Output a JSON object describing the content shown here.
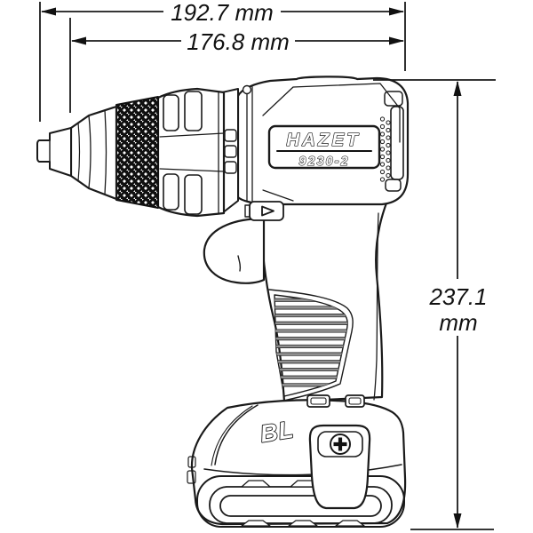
{
  "annotations": {
    "overall_length": "192.7 mm",
    "housing_length": "176.8 mm",
    "height_value": "237.1",
    "height_unit": "mm"
  },
  "product": {
    "brand": "HAZET",
    "model": "9230-2",
    "motor_type_badge": "BL"
  },
  "icons": {
    "direction_switch": "forward-triangle-icon",
    "belt_clip_screw": "phillips-screw-icon"
  },
  "colors": {
    "line": "#1a1a1a",
    "grip_ribs": "#8f8f8f",
    "knurl_fill": "#101010",
    "background": "#ffffff"
  }
}
